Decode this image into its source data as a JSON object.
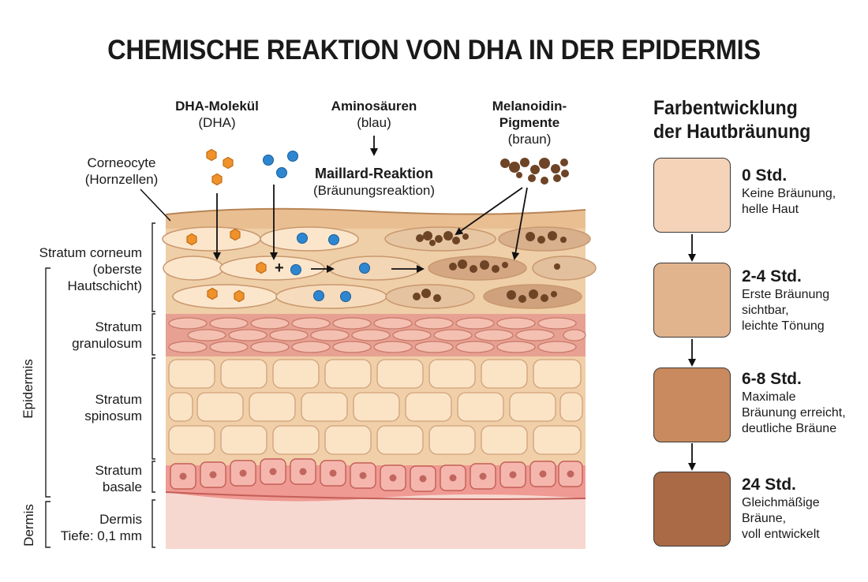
{
  "title": "CHEMISCHE REAKTION VON DHA IN DER EPIDERMIS",
  "top_labels": {
    "dha": {
      "line1": "DHA-Molekül",
      "line2": "(DHA)"
    },
    "amino": {
      "line1": "Aminosäuren",
      "line2": "(blau)"
    },
    "melanoidin": {
      "line1": "Melanoidin-",
      "line2": "Pigmente",
      "line3": "(braun)"
    },
    "maillard": {
      "line1": "Maillard-Reaktion",
      "line2": "(Bräunungsreaktion)"
    },
    "corneocyte": {
      "line1": "Corneocyte",
      "line2": "(Hornzellen)"
    }
  },
  "reaction_plus": "+",
  "layers": {
    "corneum": {
      "line1": "Stratum corneum",
      "line2": "(oberste",
      "line3": "Hautschicht)"
    },
    "granulosum": {
      "line1": "Stratum",
      "line2": "granulosum"
    },
    "spinosum": {
      "line1": "Stratum",
      "line2": "spinosum"
    },
    "basale": {
      "line1": "Stratum",
      "line2": "basale"
    },
    "dermis": {
      "line1": "Dermis",
      "line2": "Tiefe: 0,1 mm"
    }
  },
  "groups": {
    "epidermis": "Epidermis",
    "dermis": "Dermis"
  },
  "panel": {
    "title_line1": "Farbentwicklung",
    "title_line2": "der Hautbräunung",
    "stages": [
      {
        "time": "0 Std.",
        "lines": [
          "Keine Bräunung,",
          "helle Haut"
        ],
        "color": "#f4d3b8"
      },
      {
        "time": "2-4 Std.",
        "lines": [
          "Erste Bräunung",
          "sichtbar,",
          "leichte Tönung"
        ],
        "color": "#e2b48e"
      },
      {
        "time": "6-8 Std.",
        "lines": [
          "Maximale",
          "Bräunung erreicht,",
          "deutliche Bräune"
        ],
        "color": "#c88a5e"
      },
      {
        "time": "24 Std.",
        "lines": [
          "Gleichmäßige",
          "Bräune,",
          "voll entwickelt"
        ],
        "color": "#a96a45"
      }
    ]
  },
  "colors": {
    "dha_orange": "#f0922b",
    "amino_blue": "#2f86d0",
    "pigment_brown": "#6e4426",
    "skin_light": "#f5dcc0"
  }
}
